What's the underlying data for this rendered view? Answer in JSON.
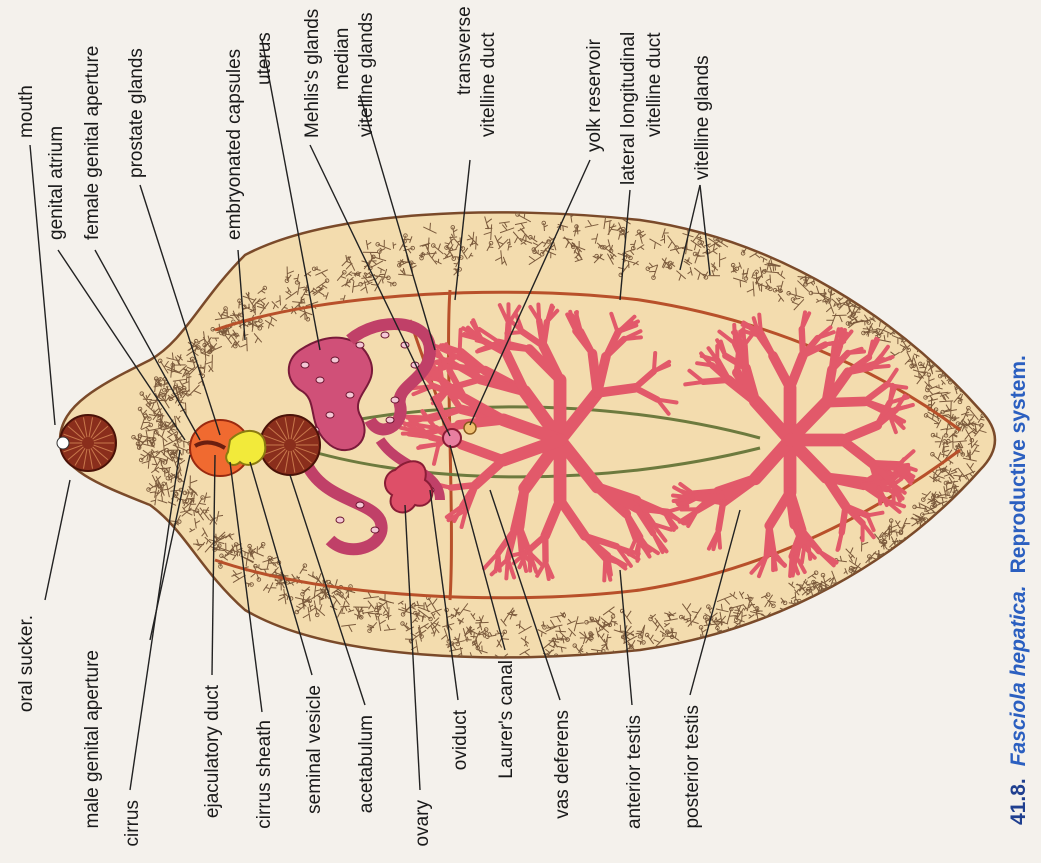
{
  "labels_top": {
    "mouth": "mouth",
    "genital_atrium": "genital atrium",
    "female_genital_aperture": "female genital aperture",
    "prostate_glands": "prostate glands",
    "embryonated_capsules": "embryonated capsules",
    "uterus": "uterus",
    "mehlis_glands": "Mehlis's glands",
    "median_1": "median",
    "median_2": "vitelline glands",
    "transverse_1": "transverse",
    "transverse_2": "vitelline duct",
    "yolk_reservoir": "yolk reservoir",
    "lateral_1": "lateral longitudinal",
    "lateral_2": "vitelline duct",
    "vitelline_glands": "vitelline glands"
  },
  "labels_bottom": {
    "oral_sucker": "oral sucker.",
    "male_genital_aperture": "male genital aperture",
    "cirrus": "cirrus",
    "ejaculatory_duct": "ejaculatory duct",
    "cirrus_sheath": "cirrus sheath",
    "seminal_vesicle": "seminal vesicle",
    "acetabulum": "acetabulum",
    "ovary": "ovary",
    "oviduct": "oviduct",
    "laurers_canal": "Laurer's canal",
    "vas_deferens": "vas deferens",
    "anterior_testis": "anterior testis",
    "posterior_testis": "posterior testis"
  },
  "caption": {
    "number": "41.8.",
    "species": "Fasciola hepatica.",
    "text": "Reproductive system."
  },
  "colors": {
    "body_fill": "#f3dcae",
    "body_outline": "#7a4a2a",
    "vitelline": "#7b5a3c",
    "testis": "#e2596a",
    "testis_edge": "#9c2238",
    "sucker": "#8a2e1c",
    "prostate": "#f0602a",
    "seminal": "#f2ea3a"
  }
}
